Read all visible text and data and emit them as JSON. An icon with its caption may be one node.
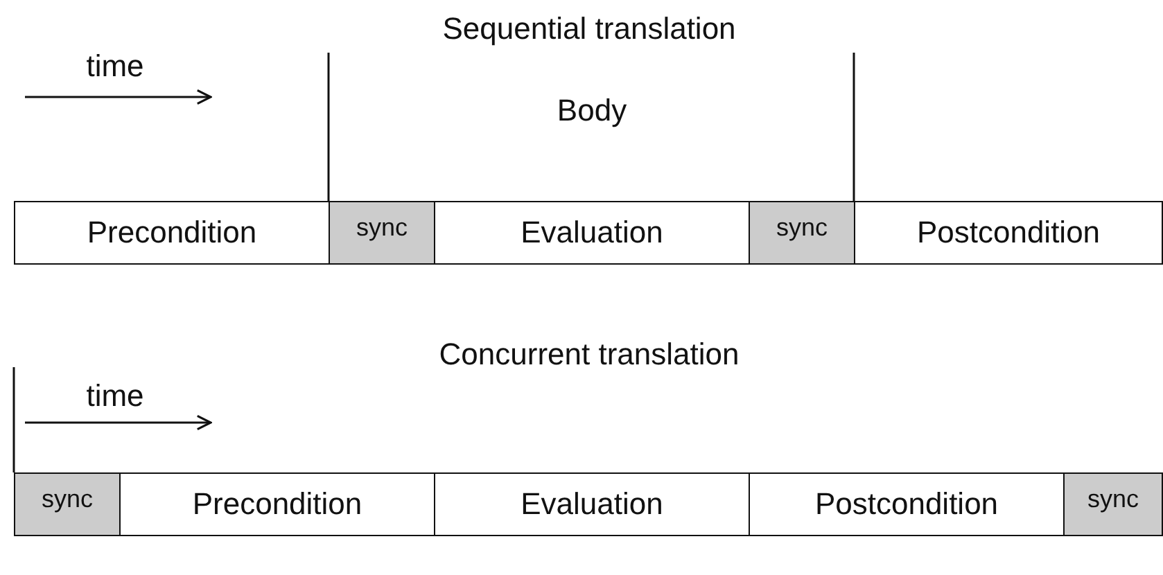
{
  "diagram": {
    "nodes": [
      {
        "text": [
          "Precondition"
        ]
      },
      {
        "text": [
          "sync"
        ]
      },
      {
        "text": [
          "Evaluation"
        ]
      },
      {
        "text": [
          "sync"
        ]
      },
      {
        "text": [
          "Postcondition"
        ]
      },
      {
        "text": [
          "sync"
        ]
      },
      {
        "text": [
          "Precondition"
        ]
      },
      {
        "text": [
          "Evaluation"
        ]
      },
      {
        "text": [
          "Postcondition"
        ]
      },
      {
        "text": [
          "sync"
        ]
      }
    ],
    "labels": [
      "Sequential translation",
      "time",
      "Body",
      "Concurrent translation",
      "time"
    ]
  }
}
